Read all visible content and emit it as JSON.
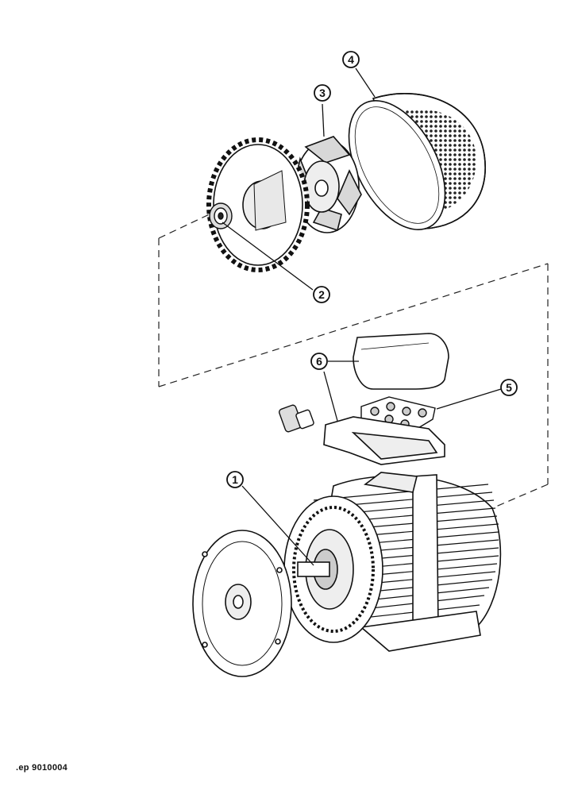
{
  "figure_id": ".ep 9010004",
  "callouts": [
    {
      "number": "1",
      "part": "stator-rotor"
    },
    {
      "number": "2",
      "part": "bearing"
    },
    {
      "number": "3",
      "part": "fan"
    },
    {
      "number": "4",
      "part": "fan-cover"
    },
    {
      "number": "5",
      "part": "terminal-block"
    },
    {
      "number": "6",
      "part": "terminal-box"
    }
  ]
}
